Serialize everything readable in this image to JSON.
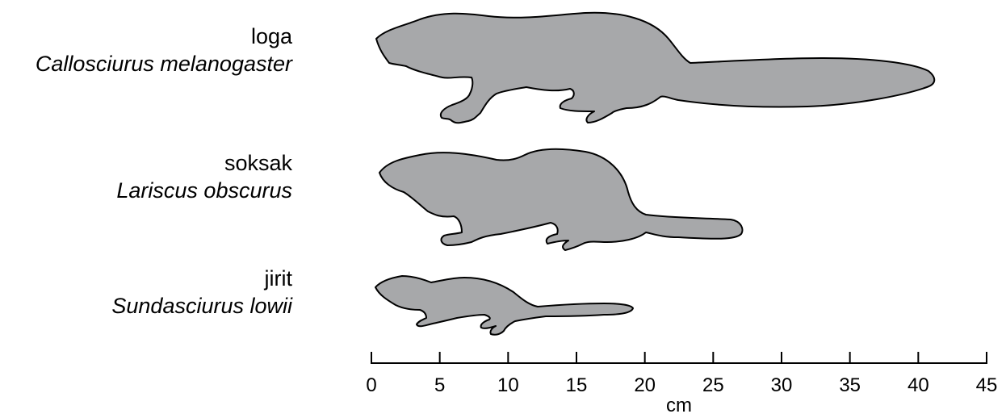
{
  "animals": [
    {
      "common_name": "loga",
      "scientific_name": "Callosciurus melanogaster",
      "length_cm": 41
    },
    {
      "common_name": "soksak",
      "scientific_name": "Lariscus obscurus",
      "length_cm": 27
    },
    {
      "common_name": "jirit",
      "scientific_name": "Sundasciurus lowii",
      "length_cm": 19
    }
  ],
  "scale": {
    "min": 0,
    "max": 45,
    "ticks": [
      "0",
      "5",
      "10",
      "15",
      "20",
      "25",
      "30",
      "35",
      "40",
      "45"
    ],
    "unit": "cm"
  },
  "colors": {
    "silhouette_fill": "#a7a8aa",
    "outline": "#000000"
  }
}
